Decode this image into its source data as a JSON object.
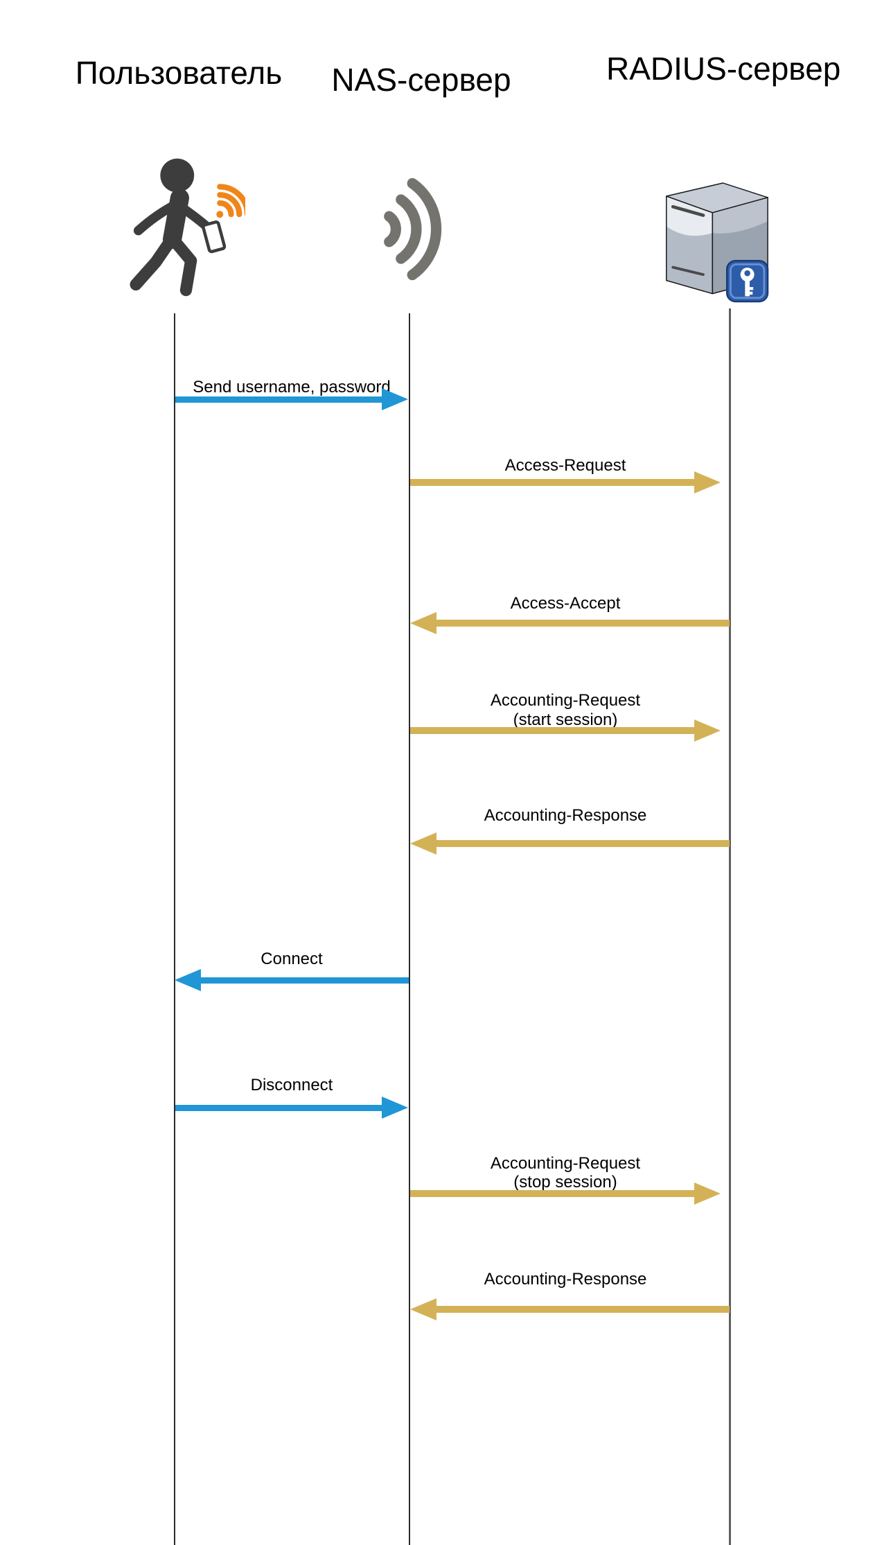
{
  "diagram": {
    "type": "sequence-diagram",
    "actors": [
      {
        "id": "user",
        "label": "Пользователь",
        "icon": "walking-person-with-phone-icon"
      },
      {
        "id": "nas",
        "label": "NAS-сервер",
        "icon": "wifi-signal-icon"
      },
      {
        "id": "radius",
        "label": "RADIUS-сервер",
        "icon": "server-with-key-icon"
      }
    ],
    "messages": [
      {
        "label": "Send username, password",
        "sublabel": "",
        "from": "user",
        "to": "nas",
        "direction": "right",
        "color": "blue"
      },
      {
        "label": "Access-Request",
        "sublabel": "",
        "from": "nas",
        "to": "radius",
        "direction": "right",
        "color": "gold"
      },
      {
        "label": "Access-Accept",
        "sublabel": "",
        "from": "radius",
        "to": "nas",
        "direction": "left",
        "color": "gold"
      },
      {
        "label": "Accounting-Request",
        "sublabel": "(start session)",
        "from": "nas",
        "to": "radius",
        "direction": "right",
        "color": "gold"
      },
      {
        "label": "Accounting-Response",
        "sublabel": "",
        "from": "radius",
        "to": "nas",
        "direction": "left",
        "color": "gold"
      },
      {
        "label": "Connect",
        "sublabel": "",
        "from": "nas",
        "to": "user",
        "direction": "left",
        "color": "blue"
      },
      {
        "label": "Disconnect",
        "sublabel": "",
        "from": "user",
        "to": "nas",
        "direction": "right",
        "color": "blue"
      },
      {
        "label": "Accounting-Request",
        "sublabel": "(stop session)",
        "from": "nas",
        "to": "radius",
        "direction": "right",
        "color": "gold"
      },
      {
        "label": "Accounting-Response",
        "sublabel": "",
        "from": "radius",
        "to": "nas",
        "direction": "left",
        "color": "gold"
      }
    ],
    "colors": {
      "user_to_nas_arrow": "#2196D6",
      "nas_to_radius_arrow": "#D3B257",
      "person_icon": "#3D3D3D",
      "phone_wifi_orange": "#F08519",
      "nas_wifi_gray": "#74736E",
      "key_badge_blue": "#2D5CA9",
      "text": "#000000",
      "background": "#FFFFFF"
    }
  }
}
